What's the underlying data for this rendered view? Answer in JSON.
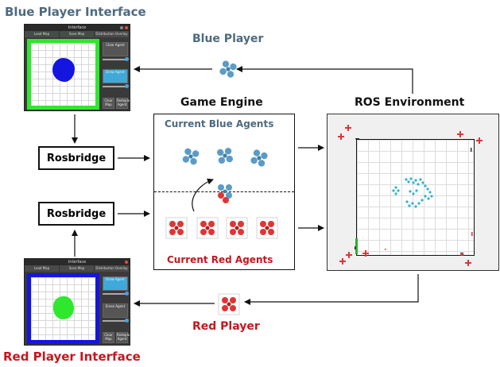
{
  "titles": {
    "blue_interface": "Blue Player Interface",
    "red_interface": "Red Player Interface",
    "blue_player": "Blue Player",
    "red_player": "Red Player",
    "game_engine": "Game Engine",
    "ros_environment": "ROS Environment",
    "current_blue_agents": "Current Blue Agents",
    "current_red_agents": "Current Red Agents"
  },
  "rosbridge": {
    "top_label": "Rosbridge",
    "bottom_label": "Rosbridge"
  },
  "blue_ui": {
    "window_title": "Interface",
    "menu": [
      "Load Map",
      "Save Map",
      "Distribution Overlay"
    ],
    "buttons": [
      "Clear Agent",
      "Draw Agent",
      "Clear Map",
      "Redeploy Agent"
    ]
  },
  "red_ui": {
    "window_title": "Interface",
    "menu": [
      "Load Map",
      "Save Map",
      "Distribution Overlay"
    ],
    "buttons": [
      "Draw Agent",
      "Erase Agent",
      "Clear Map",
      "Redeploy Agent"
    ]
  },
  "colors": {
    "blue_accent": "#4d6a80",
    "red_accent": "#c7161d",
    "blue_agent": "#5b9bc7",
    "red_agent": "#e03535",
    "blue_border": "#2ee82e",
    "red_border": "#1515e0",
    "blue_blob": "#1515e0",
    "red_blob": "#2ee82e"
  },
  "icons": {
    "agent": "quadcopter-icon",
    "arrow": "arrow-icon"
  }
}
